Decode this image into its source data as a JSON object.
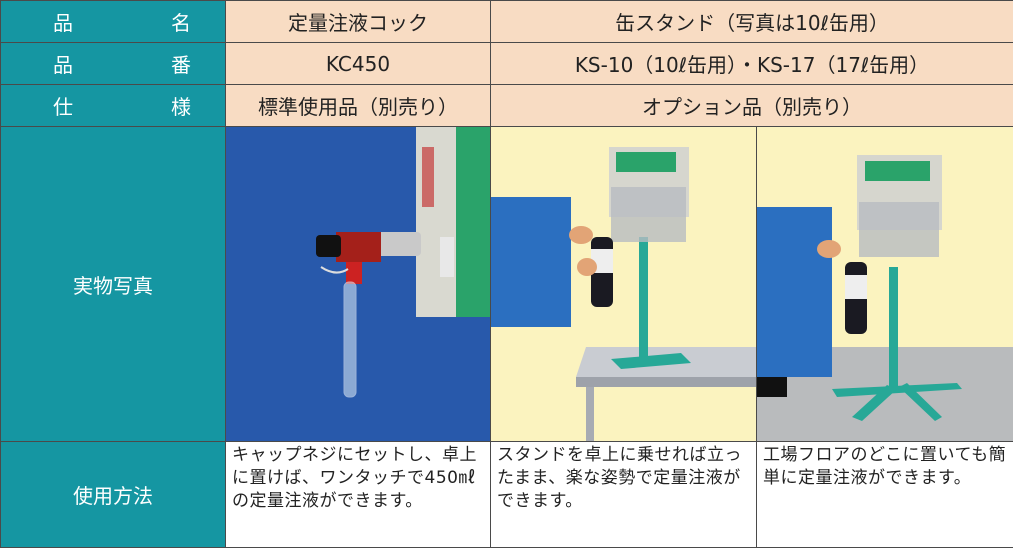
{
  "rows": {
    "name": {
      "label_a": "品",
      "label_b": "名",
      "col1": "定量注液コック",
      "col2": "缶スタンド（写真は10ℓ缶用）"
    },
    "code": {
      "label_a": "品",
      "label_b": "番",
      "col1": "KC450",
      "col2": "KS-10（10ℓ缶用）・KS-17（17ℓ缶用）"
    },
    "spec": {
      "label_a": "仕",
      "label_b": "様",
      "col1": "標準使用品（別売り）",
      "col2": "オプション品（別売り）"
    },
    "photo": {
      "label": "実物写真"
    },
    "usage": {
      "label": "使用方法",
      "col1": "キャップネジにセットし、卓上に置けば、ワンタッチで450㎖の定量注液ができます。",
      "col2": "スタンドを卓上に乗せれば立ったまま、楽な姿勢で定量注液ができます。",
      "col3": "工場フロアのどこに置いても簡単に定量注液ができます。"
    }
  },
  "colors": {
    "header_bg": "#1596a2",
    "peach_bg": "#f8dcc3",
    "photo1_bg": "#1f4fa0",
    "photo_bg_yellow": "#fbf3bf"
  }
}
